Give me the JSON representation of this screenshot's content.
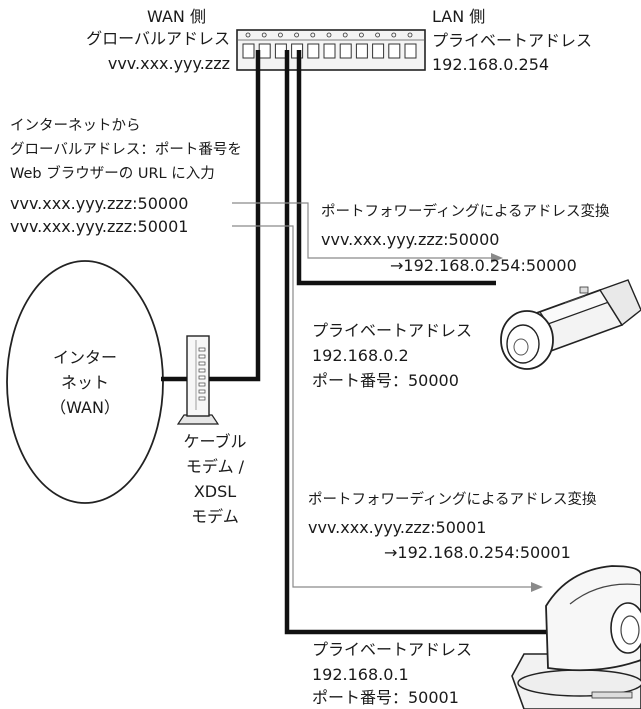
{
  "router": {
    "wan_title": "WAN 側",
    "wan_label": "グローバルアドレス",
    "wan_address": "vvv.xxx.yyy.zzz",
    "lan_title": "LAN 側",
    "lan_label": "プライベートアドレス",
    "lan_address": "192.168.0.254"
  },
  "browser_note": {
    "line1": "インターネットから",
    "line2": "グローバルアドレス：ポート番号を",
    "line3": "Web ブラウザーの URL に入力",
    "url1": "vvv.xxx.yyy.zzz:50000",
    "url2": "vvv.xxx.yyy.zzz:50001"
  },
  "internet": {
    "line1": "インター",
    "line2": "ネット",
    "line3": "（WAN）"
  },
  "modem": {
    "line1": "ケーブル",
    "line2": "モデム /",
    "line3": "XDSL",
    "line4": "モデム"
  },
  "forward1": {
    "title": "ポートフォワーディングによるアドレス変換",
    "from": "vvv.xxx.yyy.zzz:50000",
    "to": "→192.168.0.254:50000"
  },
  "camera1": {
    "label": "プライベートアドレス",
    "address": "192.168.0.2",
    "port": "ポート番号：50000"
  },
  "forward2": {
    "title": "ポートフォワーディングによるアドレス変換",
    "from": "vvv.xxx.yyy.zzz:50001",
    "to": "→192.168.0.254:50001"
  },
  "camera2": {
    "label": "プライベートアドレス",
    "address": "192.168.0.1",
    "port": "ポート番号：50001"
  },
  "colors": {
    "line": "#111111",
    "arrow": "#8a8a8a",
    "device": "#f2f2f2"
  }
}
